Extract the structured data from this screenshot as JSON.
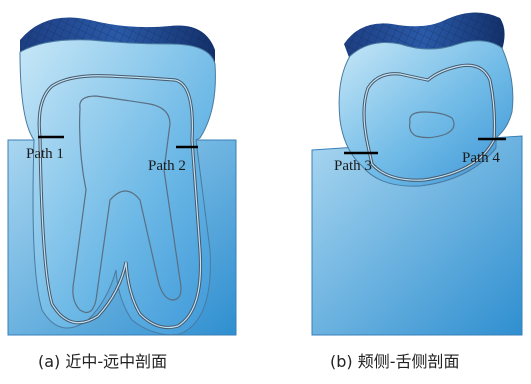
{
  "panels": [
    {
      "caption": "(a) 近中-远中剖面",
      "paths": [
        {
          "label": "Path 1"
        },
        {
          "label": "Path 2"
        }
      ]
    },
    {
      "caption": "(b) 颊侧-舌侧剖面",
      "paths": [
        {
          "label": "Path 3"
        },
        {
          "label": "Path 4"
        }
      ]
    }
  ],
  "colors": {
    "bone_light": "#b8dff3",
    "bone_dark": "#2c8fd2",
    "tooth_light": "#cdeaf8",
    "tooth_dark": "#3d98d8",
    "enamel_top": "#1a3a78",
    "outline": "#4a5a6a",
    "marker": "#000000"
  }
}
